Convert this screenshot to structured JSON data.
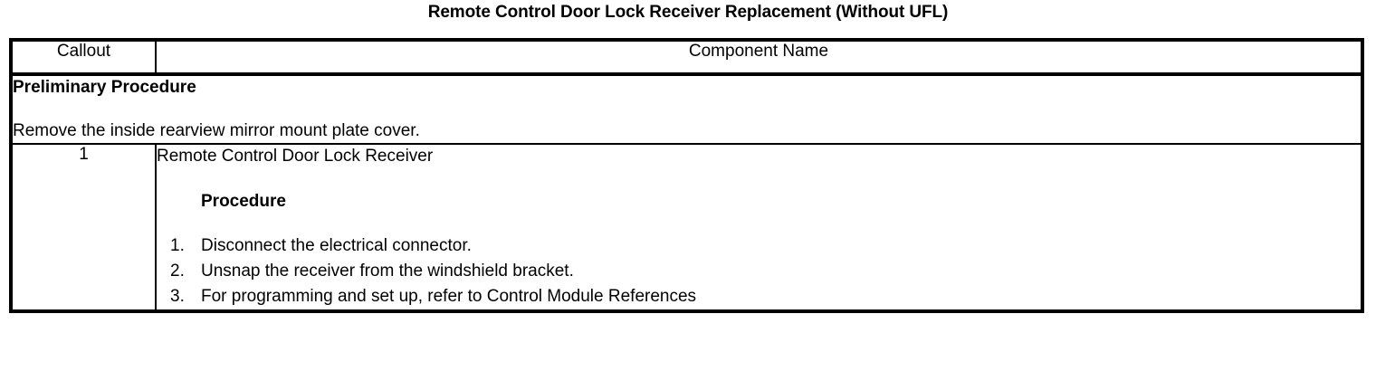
{
  "document": {
    "title": "Remote Control Door Lock Receiver Replacement (Without UFL)"
  },
  "table": {
    "headers": {
      "callout": "Callout",
      "component_name": "Component Name"
    },
    "preliminary": {
      "heading": "Preliminary Procedure",
      "text": "Remove the inside rearview mirror mount plate cover."
    },
    "rows": [
      {
        "callout": "1",
        "component_name": "Remote Control Door Lock Receiver",
        "procedure_heading": "Procedure",
        "steps": [
          {
            "num": "1.",
            "text": "Disconnect the electrical connector."
          },
          {
            "num": "2.",
            "text": "Unsnap the receiver from the windshield bracket."
          },
          {
            "num": "3.",
            "text": "For programming and set up, refer to Control Module References"
          }
        ]
      }
    ]
  },
  "colors": {
    "text": "#000000",
    "background": "#ffffff",
    "border": "#000000"
  }
}
